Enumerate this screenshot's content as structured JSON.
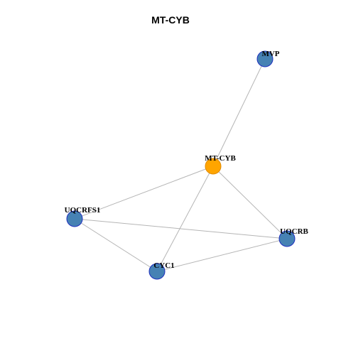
{
  "title": "MT-CYB",
  "colors": {
    "center_fill": "#FFA500",
    "center_stroke": "#E08A00",
    "node_fill": "#4682B4",
    "node_stroke": "#1f2fbf",
    "edge": "#b5b5b5"
  },
  "network": {
    "nodes": [
      {
        "id": "MVP",
        "label": "MVP",
        "role": "neighbor"
      },
      {
        "id": "MT-CYB",
        "label": "MT-CYB",
        "role": "center"
      },
      {
        "id": "UQCRFS1",
        "label": "UQCRFS1",
        "role": "neighbor"
      },
      {
        "id": "UQCRB",
        "label": "UQCRB",
        "role": "neighbor"
      },
      {
        "id": "CYC1",
        "label": "CYC1",
        "role": "neighbor"
      }
    ],
    "edges": [
      [
        "MVP",
        "MT-CYB"
      ],
      [
        "MT-CYB",
        "UQCRFS1"
      ],
      [
        "MT-CYB",
        "UQCRB"
      ],
      [
        "MT-CYB",
        "CYC1"
      ],
      [
        "UQCRFS1",
        "UQCRB"
      ],
      [
        "UQCRFS1",
        "CYC1"
      ],
      [
        "CYC1",
        "UQCRB"
      ]
    ]
  }
}
